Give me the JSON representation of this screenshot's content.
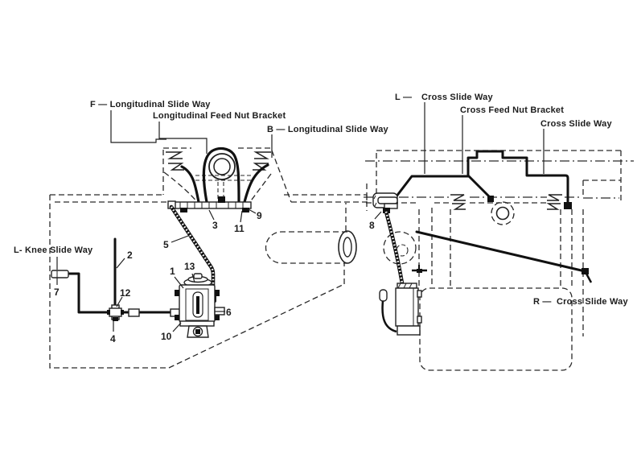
{
  "colors": {
    "ink": "#1c1c1c",
    "paper": "#ffffff"
  },
  "left": {
    "label_f": "F — Longitudinal Slide Way",
    "label_feed_nut_bracket": "Longitudinal Feed Nut Bracket",
    "label_b": "B — Longitudinal Slide Way",
    "label_knee": "L- Knee Slide Way"
  },
  "right": {
    "label_l_prefix": "L —",
    "label_l": "Cross Slide Way",
    "label_feed_nut_bracket": "Cross Feed Nut Bracket",
    "label_top_right": "Cross Slide Way",
    "label_r_prefix": "R —",
    "label_r": "Cross Slide Way"
  },
  "callouts": {
    "n1": "1",
    "n2": "2",
    "n3": "3",
    "n4": "4",
    "n5": "5",
    "n6": "6",
    "n7": "7",
    "n8": "8",
    "n9": "9",
    "n10": "10",
    "n11": "11",
    "n12": "12",
    "n13": "13"
  }
}
